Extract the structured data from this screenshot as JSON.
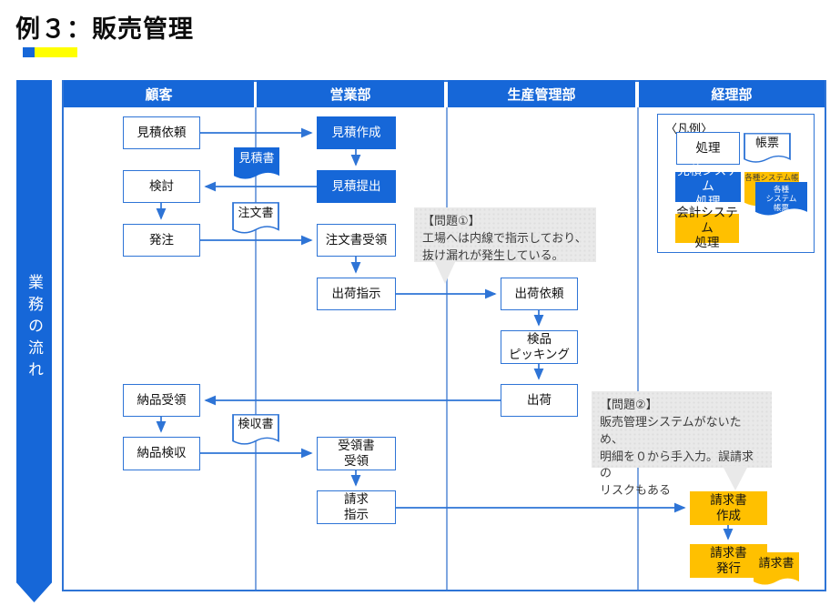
{
  "title": {
    "text": "例３：販売管理"
  },
  "flow_band": {
    "label": "業務の流れ"
  },
  "lanes": [
    {
      "label": "顧客"
    },
    {
      "label": "営業部"
    },
    {
      "label": "生産管理部"
    },
    {
      "label": "経理部"
    }
  ],
  "nodes": {
    "mitsumori_irai": {
      "label": "見積依頼",
      "type": "process"
    },
    "kento": {
      "label": "検討",
      "type": "process"
    },
    "hacchu": {
      "label": "発注",
      "type": "process"
    },
    "nohin_juryo": {
      "label": "納品受領",
      "type": "process"
    },
    "nohin_kenshu": {
      "label": "納品検収",
      "type": "process"
    },
    "mitsumori_sakusei": {
      "label": "見積作成",
      "type": "quote-system"
    },
    "mitsumori_teishutsu": {
      "label": "見積提出",
      "type": "quote-system"
    },
    "chumonsho_juryo": {
      "label": "注文書受領",
      "type": "process"
    },
    "shukka_shiji": {
      "label": "出荷指示",
      "type": "process"
    },
    "juryosho_juryo": {
      "label": "受領書\n受領",
      "type": "process"
    },
    "seikyu_shiji": {
      "label": "請求\n指示",
      "type": "process"
    },
    "shukka_irai": {
      "label": "出荷依頼",
      "type": "process"
    },
    "kenpin_picking": {
      "label": "検品\nピッキング",
      "type": "process"
    },
    "shukka": {
      "label": "出荷",
      "type": "process"
    },
    "seikyusho_sakusei": {
      "label": "請求書\n作成",
      "type": "accounting-system"
    },
    "seikyusho_hakko": {
      "label": "請求書\n発行",
      "type": "accounting-system"
    }
  },
  "documents": {
    "mitsumorisho": {
      "label": "見積書",
      "style": "blue"
    },
    "chumonsho": {
      "label": "注文書",
      "style": "white"
    },
    "kenshusho": {
      "label": "検収書",
      "style": "white"
    },
    "seikyusho": {
      "label": "請求書",
      "style": "orange"
    }
  },
  "problems": [
    {
      "text": "【問題①】\n工場へは内線で指示しており、\n抜け漏れが発生している。"
    },
    {
      "text": "【問題②】\n販売管理システムがないため、\n明細を０から手入力。誤請求の\nリスクもある"
    }
  ],
  "legend": {
    "title": "〈凡例〉",
    "process": "処理",
    "form": "帳票",
    "quote_system": "見積システム\n処理",
    "various_forms": "各種\nシステム\n帳票",
    "various_forms_back": "各種システム帳票",
    "accounting_system": "会計システム\n処理"
  },
  "colors": {
    "primary_blue": "#1667D8",
    "border_blue": "#2E74D6",
    "lane_line_blue": "#7EA6E0",
    "accent_orange": "#FFC000",
    "accent_yellow": "#FFFF00",
    "bubble_gray": "#E9E9E9"
  }
}
